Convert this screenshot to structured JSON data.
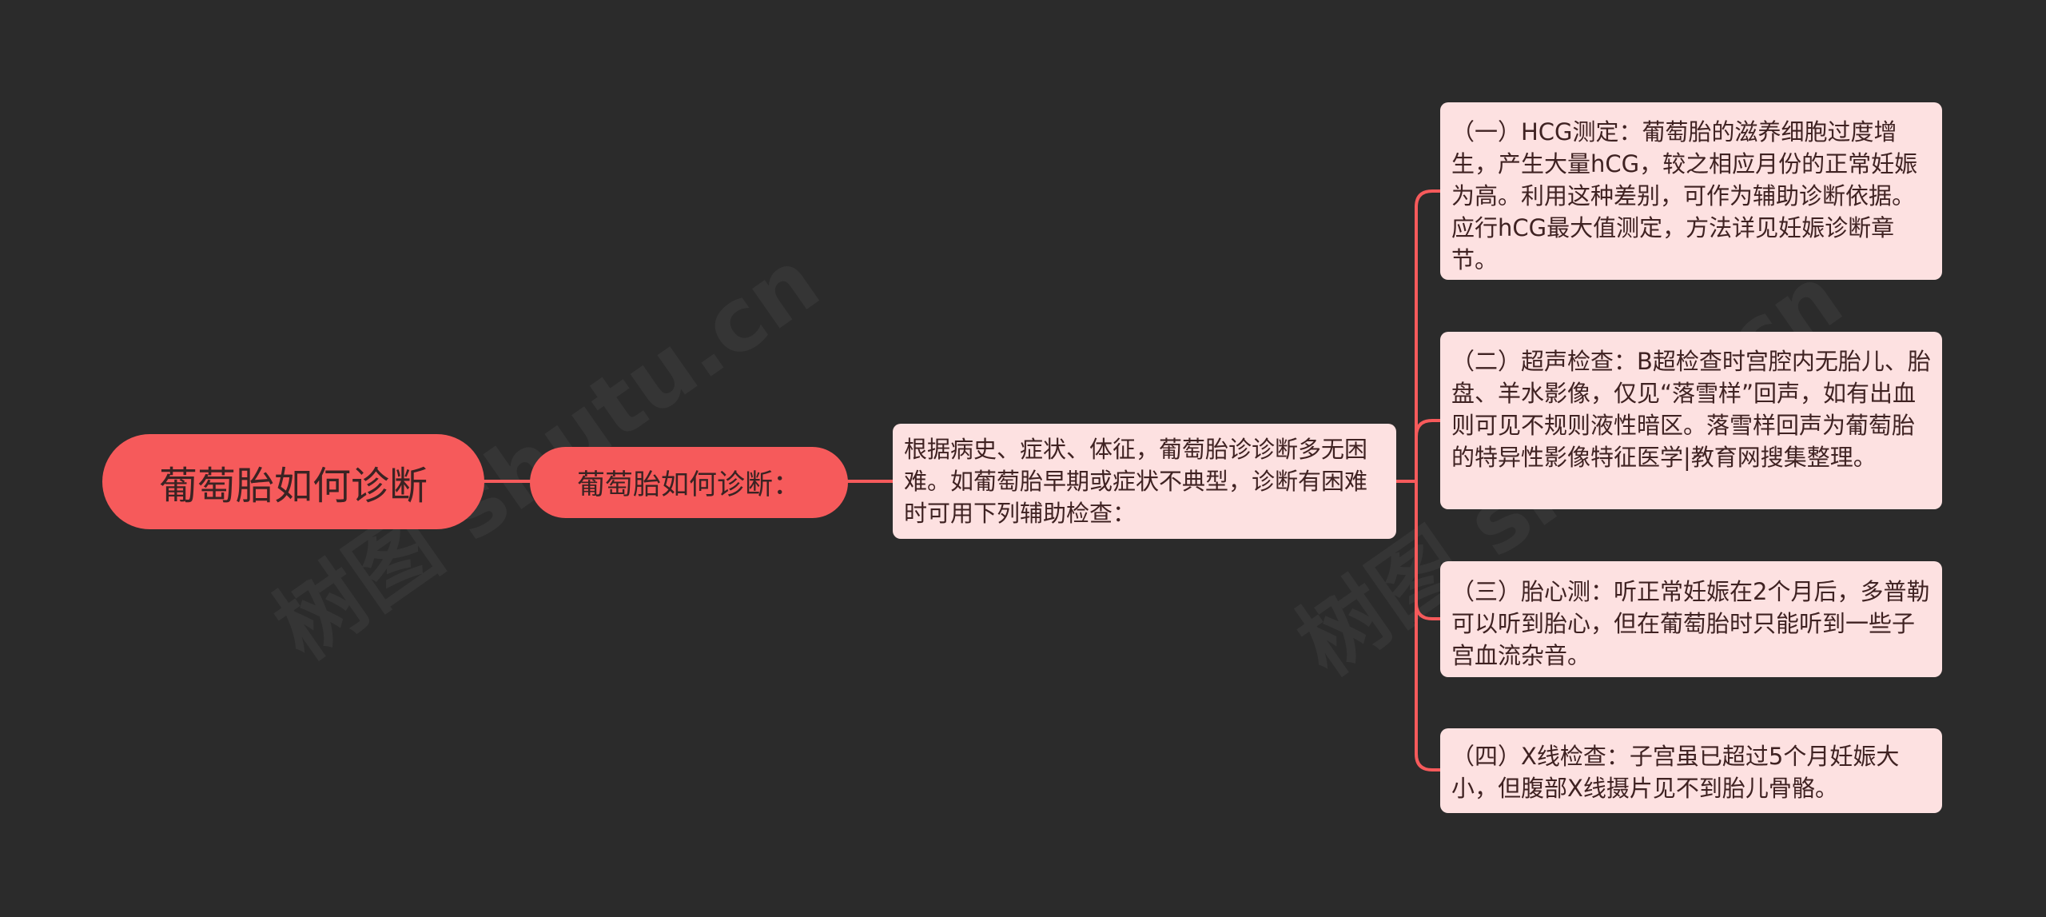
{
  "colors": {
    "background": "#2b2b2b",
    "node_fill": "#f65a5b",
    "detail_fill": "#fde1e1",
    "connector": "#f65a5b"
  },
  "watermark": [
    "树图 shutu.cn",
    "树图 shutu.cn"
  ],
  "root": {
    "label": "葡萄胎如何诊断"
  },
  "branch": {
    "label": "葡萄胎如何诊断："
  },
  "summary": {
    "text": "根据病史、症状、体征，葡萄胎诊诊断多无困难。如葡萄胎早期或症状不典型，诊断有困难时可用下列辅助检查："
  },
  "details": [
    {
      "text": "（一）HCG测定：葡萄胎的滋养细胞过度增生，产生大量hCG，较之相应月份的正常妊娠为高。利用这种差别，可作为辅助诊断依据。应行hCG最大值测定，方法详见妊娠诊断章节。"
    },
    {
      "text": "（二）超声检查：B超检查时宫腔内无胎儿、胎盘、羊水影像，仅见“落雪样”回声，如有出血则可见不规则液性暗区。落雪样回声为葡萄胎的特异性影像特征医学|教育网搜集整理。"
    },
    {
      "text": "（三）胎心测：听正常妊娠在2个月后，多普勒可以听到胎心，但在葡萄胎时只能听到一些子宫血流杂音。"
    },
    {
      "text": "（四）X线检查：子宫虽已超过5个月妊娠大小，但腹部X线摄片见不到胎儿骨骼。"
    }
  ]
}
